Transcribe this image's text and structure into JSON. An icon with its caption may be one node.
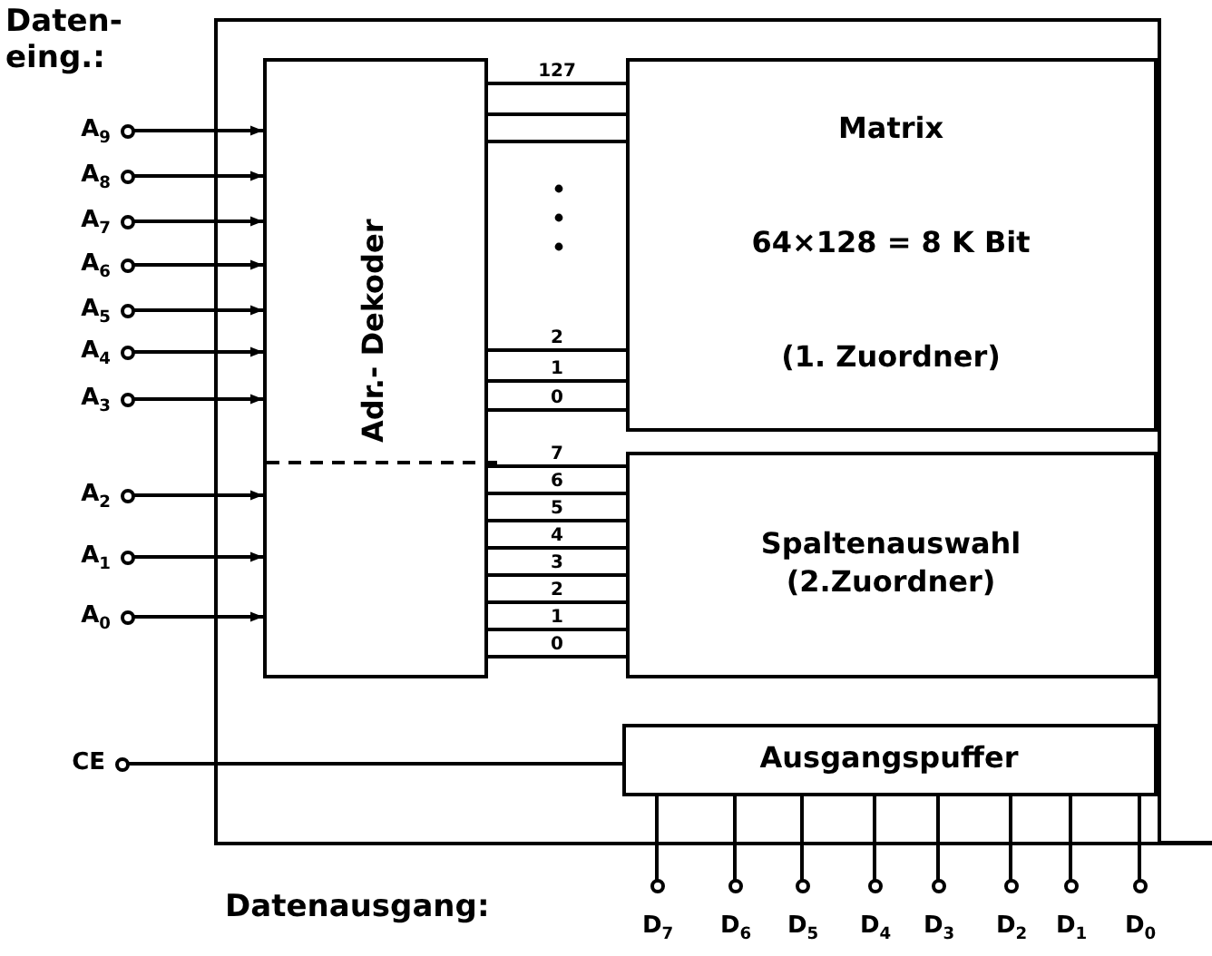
{
  "diagram": {
    "nodes": [
      {
        "text": [],
        "shape": "box"
      },
      {
        "text": [
          "Adr.- Dekoder"
        ],
        "in": 0
      },
      {
        "text": [
          "Matrix",
          "64×128 = 8 K Bit",
          "(1. Zuordner)"
        ],
        "in": 0
      },
      {
        "text": [
          "Spaltenauswahl (2.Zuordner)"
        ],
        "in": 0
      },
      {
        "text": [
          "Ausgangspuffer"
        ],
        "in": 0
      },
      {
        "text": [
          "A$_{9}$"
        ]
      },
      {
        "text": [
          "A$_{8}$"
        ]
      },
      {
        "text": [
          "A$_{7}$"
        ]
      },
      {
        "text": [
          "A$_{6}$"
        ]
      },
      {
        "text": [
          "A$_{5}$"
        ]
      },
      {
        "text": [
          "A$_{4}$"
        ]
      },
      {
        "text": [
          "A$_{3}$"
        ]
      },
      {
        "text": [
          "A$_{2}$"
        ]
      },
      {
        "text": [
          "A$_{1}$"
        ]
      },
      {
        "text": [
          "A$_{0}$"
        ]
      },
      {
        "text": [
          "CE"
        ]
      },
      {
        "text": [
          "D$_{7}$"
        ]
      },
      {
        "text": [
          "D$_{6}$"
        ]
      },
      {
        "text": [
          "D$_{5}$"
        ]
      },
      {
        "text": [
          "D$_{4}$"
        ]
      },
      {
        "text": [
          "D$_{3}$"
        ]
      },
      {
        "text": [
          "D$_{2}$"
        ]
      },
      {
        "text": [
          "D$_{1}$"
        ]
      },
      {
        "text": [
          "D$_{0}$"
        ]
      }
    ],
    "edges": [
      {
        "from": 5,
        "to": 1,
        "arrow": "to"
      },
      {
        "from": 6,
        "to": 1,
        "arrow": "to"
      },
      {
        "from": 7,
        "to": 1,
        "arrow": "to"
      },
      {
        "from": 8,
        "to": 1,
        "arrow": "to"
      },
      {
        "from": 9,
        "to": 1,
        "arrow": "to"
      },
      {
        "from": 10,
        "to": 1,
        "arrow": "to"
      },
      {
        "from": 11,
        "to": 1,
        "arrow": "to"
      },
      {
        "from": 12,
        "to": 1,
        "arrow": "to"
      },
      {
        "from": 13,
        "to": 1,
        "arrow": "to"
      },
      {
        "from": 14,
        "to": 1,
        "arrow": "to"
      },
      {
        "from": 1,
        "to": 2,
        "arrow": "none",
        "label": "127"
      },
      {
        "from": 1,
        "to": 2,
        "arrow": "none"
      },
      {
        "from": 1,
        "to": 2,
        "arrow": "none"
      },
      {
        "from": 1,
        "to": 2,
        "arrow": "none",
        "label": "2"
      },
      {
        "from": 1,
        "to": 2,
        "arrow": "none",
        "label": "1"
      },
      {
        "from": 1,
        "to": 2,
        "arrow": "none",
        "label": "0"
      },
      {
        "from": 1,
        "to": 3,
        "arrow": "none",
        "label": "7"
      },
      {
        "from": 1,
        "to": 3,
        "arrow": "none",
        "label": "6"
      },
      {
        "from": 1,
        "to": 3,
        "arrow": "none",
        "label": "5"
      },
      {
        "from": 1,
        "to": 3,
        "arrow": "none",
        "label": "4"
      },
      {
        "from": 1,
        "to": 3,
        "arrow": "none",
        "label": "3"
      },
      {
        "from": 1,
        "to": 3,
        "arrow": "none",
        "label": "2"
      },
      {
        "from": 1,
        "to": 3,
        "arrow": "none",
        "label": "1"
      },
      {
        "from": 1,
        "to": 3,
        "arrow": "none",
        "label": "0"
      },
      {
        "from": 15,
        "to": 4,
        "arrow": "none"
      },
      {
        "from": 4,
        "to": 16,
        "arrow": "none"
      },
      {
        "from": 4,
        "to": 17,
        "arrow": "none"
      },
      {
        "from": 4,
        "to": 18,
        "arrow": "none"
      },
      {
        "from": 4,
        "to": 19,
        "arrow": "none"
      },
      {
        "from": 4,
        "to": 20,
        "arrow": "none"
      },
      {
        "from": 4,
        "to": 21,
        "arrow": "none"
      },
      {
        "from": 4,
        "to": 22,
        "arrow": "none"
      },
      {
        "from": 4,
        "to": 23,
        "arrow": "none"
      }
    ],
    "labels": [
      "Daten- eing.:",
      "Datenausgang:"
    ]
  }
}
